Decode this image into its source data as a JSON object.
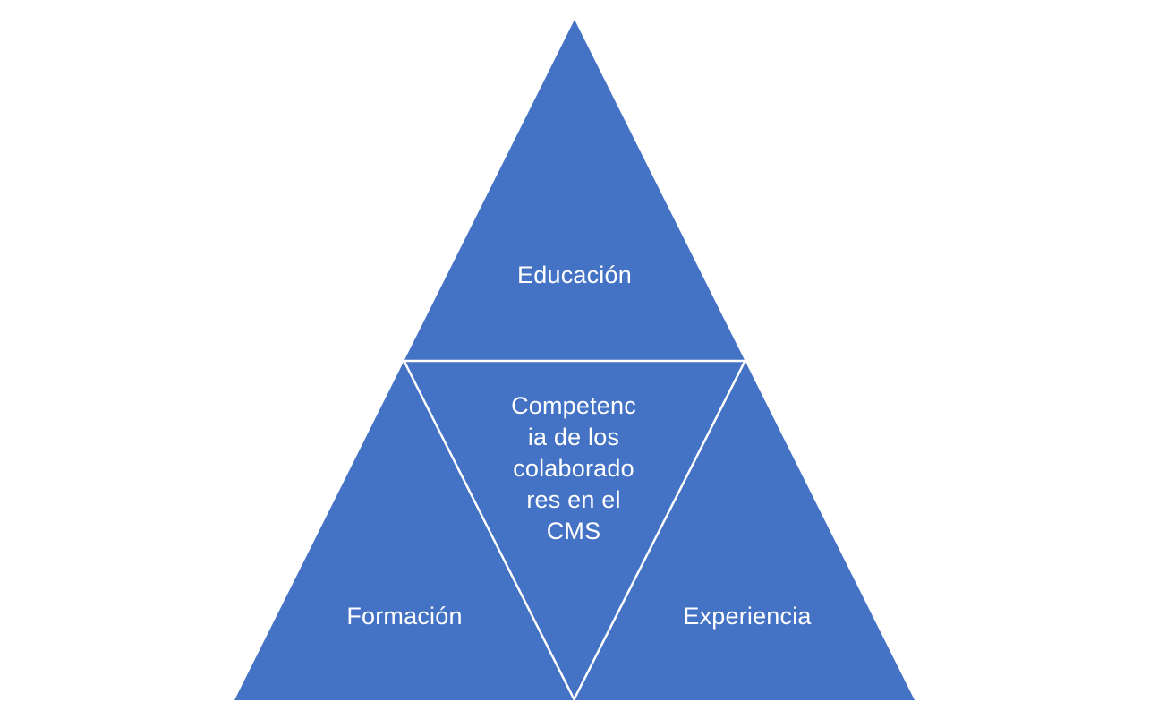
{
  "diagram": {
    "type": "pyramid-triangle",
    "colors": {
      "shape": "#4472C4",
      "line": "#FFFFFF",
      "text": "#FFFFFF",
      "background": "#FFFFFF"
    },
    "sections": {
      "top": {
        "label": "Educación"
      },
      "center": {
        "label": "Competencia de los colaboradores en el CMS",
        "lines": [
          "Competenc",
          "ia de los",
          "colaborado",
          "res en el",
          "CMS"
        ]
      },
      "left": {
        "label": "Formación"
      },
      "right": {
        "label": "Experiencia"
      }
    }
  }
}
